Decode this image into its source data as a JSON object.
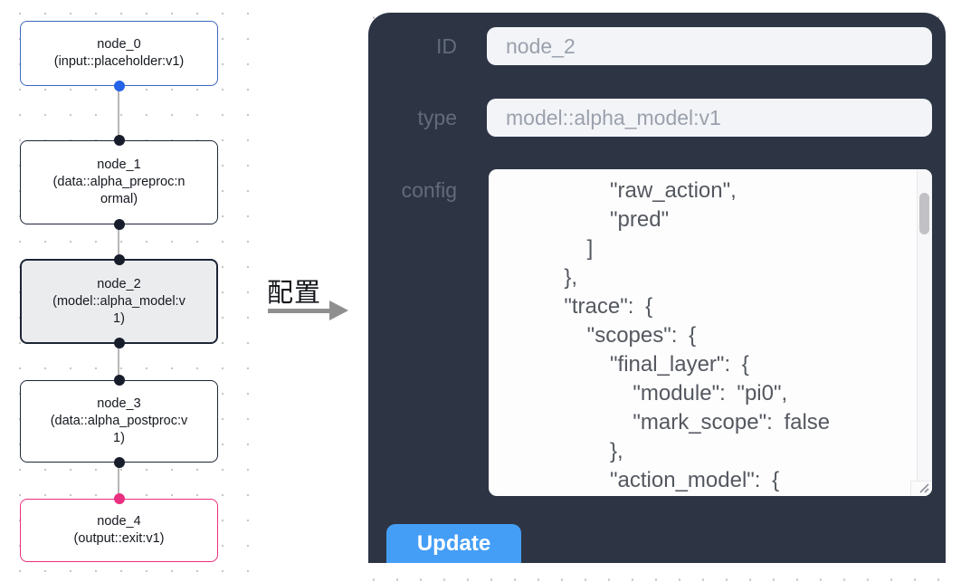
{
  "flow": {
    "nodes": [
      {
        "title": "node_0",
        "subtitle": "(input::placeholder:v1)"
      },
      {
        "title": "node_1",
        "subtitle": "(data::alpha_preproc:normal)"
      },
      {
        "title": "node_2",
        "subtitle": "(model::alpha_model:v1)"
      },
      {
        "title": "node_3",
        "subtitle": "(data::alpha_postproc:v1)"
      },
      {
        "title": "node_4",
        "subtitle": "(output::exit:v1)"
      }
    ]
  },
  "annotation": {
    "label": "配置"
  },
  "panel": {
    "id_field": {
      "label": "ID",
      "value": "node_2"
    },
    "type_field": {
      "label": "type",
      "value": "model::alpha_model:v1"
    },
    "config_field": {
      "label": "config",
      "value": "      \"raw_action\",\n      \"pred\"\n    ]\n  },\n  \"trace\": {\n    \"scopes\": {\n      \"final_layer\": {\n        \"module\": \"pi0\",\n        \"mark_scope\": false\n      },\n      \"action_model\": {"
    },
    "update_button": "Update"
  },
  "colors": {
    "panel_bg": "#2d3545",
    "update_button_bg": "#459ef6",
    "input_node_border": "#3e68c0",
    "output_node_border": "#ea2f7f",
    "selected_node_bg": "#ebecee",
    "input_handle": "#2563e8",
    "output_handle": "#ea2f7f",
    "default_handle": "#171d2b",
    "edge": "#b6b6b6"
  }
}
